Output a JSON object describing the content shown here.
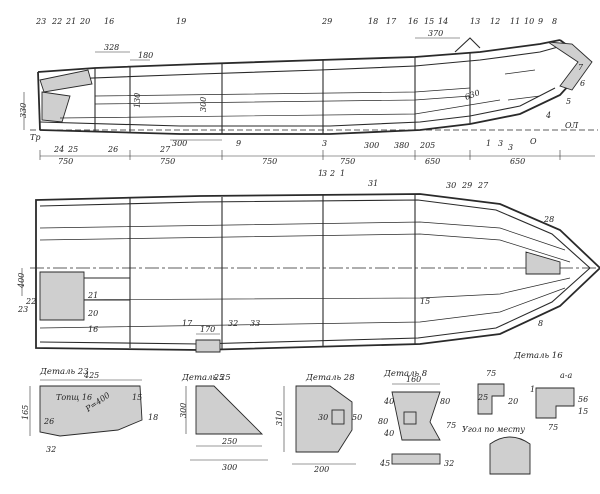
{
  "labels": {
    "side": [
      "23",
      "22",
      "21",
      "20",
      "16",
      "19",
      "29",
      "18",
      "17",
      "16",
      "15",
      "14",
      "13",
      "12",
      "11",
      "10",
      "9",
      "8",
      "7",
      "6",
      "5",
      "4",
      "3",
      "3",
      "2",
      "1",
      "24",
      "25",
      "26",
      "27"
    ],
    "plan_top": [
      "31",
      "30",
      "29",
      "27",
      "28"
    ],
    "plan_bottom": [
      "22",
      "21",
      "20",
      "16",
      "23",
      "15",
      "8",
      "17",
      "32",
      "33"
    ]
  },
  "dims": {
    "side_top": [
      "328",
      "180",
      "370"
    ],
    "side_bottom": [
      "750",
      "750",
      "750",
      "750",
      "650",
      "650"
    ],
    "side_inner": [
      "300",
      "300",
      "380",
      "205",
      "630",
      "130",
      "300",
      "330"
    ],
    "side_misc": [
      "Тр",
      "О",
      "ОЛ",
      "1",
      "9",
      "3",
      "1",
      "3"
    ],
    "plan": [
      "400",
      "170"
    ]
  },
  "details": {
    "d23": {
      "title": "Деталь 23",
      "dims": [
        "425",
        "165",
        "26",
        "15",
        "18",
        "32"
      ],
      "notes": [
        "Топщ 16",
        "Р=400"
      ]
    },
    "d25": {
      "title": "Деталь 25",
      "dims": [
        "25",
        "300",
        "250",
        "300"
      ]
    },
    "d28": {
      "title": "Деталь 28",
      "dims": [
        "310",
        "30",
        "50",
        "200"
      ]
    },
    "d8": {
      "title": "Деталь 8",
      "dims": [
        "160",
        "40",
        "80",
        "80",
        "40",
        "45",
        "32",
        "75"
      ]
    },
    "d16": {
      "title": "Деталь 16",
      "dims": [
        "75",
        "25",
        "20",
        "75",
        "1",
        "56",
        "15"
      ],
      "section": "а-а",
      "note": "Угол по месту"
    }
  }
}
